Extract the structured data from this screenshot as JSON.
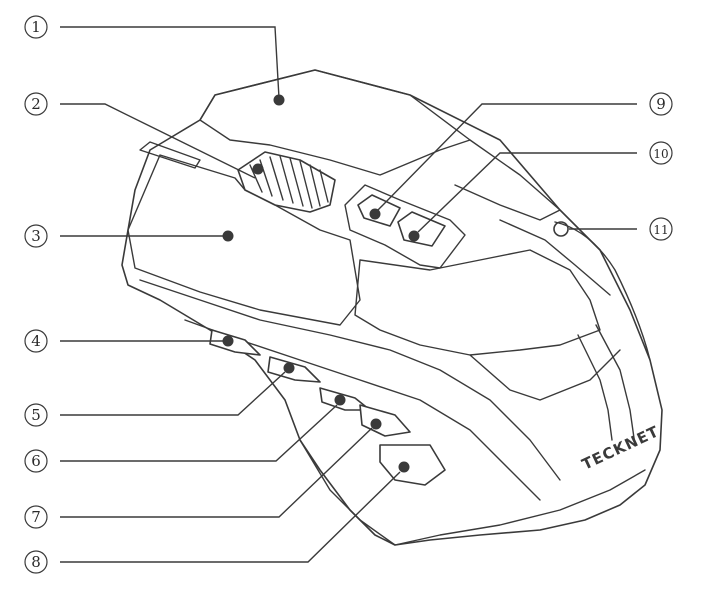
{
  "callouts": [
    {
      "number": "1"
    },
    {
      "number": "2"
    },
    {
      "number": "3"
    },
    {
      "number": "4"
    },
    {
      "number": "5"
    },
    {
      "number": "6"
    },
    {
      "number": "7"
    },
    {
      "number": "8"
    },
    {
      "number": "9"
    },
    {
      "number": "10"
    },
    {
      "number": "11"
    }
  ],
  "brand": "TECKNET",
  "colors": {
    "line": "#3a3a3a",
    "background": "#ffffff"
  }
}
